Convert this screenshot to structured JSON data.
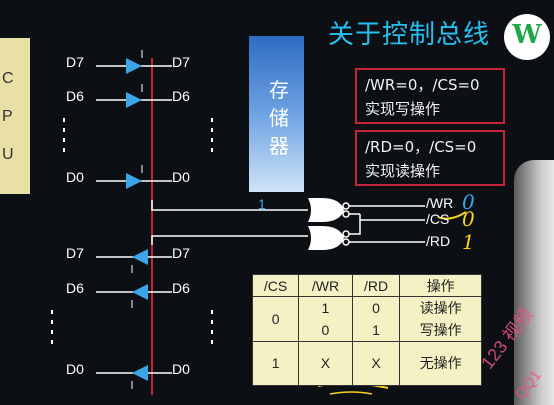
{
  "title": "关于控制总线",
  "cpu_letters": [
    "C",
    "P",
    "U"
  ],
  "memory_label_chars": [
    "存",
    "储",
    "器"
  ],
  "info_boxes": [
    {
      "line1": "/WR=0，/CS=0",
      "line2": "实现写操作"
    },
    {
      "line1": "/RD=0，/CS=0",
      "line2": "实现读操作"
    }
  ],
  "upper_data_left": [
    "D7",
    "D6",
    "D0"
  ],
  "upper_data_right": [
    "D7",
    "D6",
    "D0"
  ],
  "lower_data_left": [
    "D7",
    "D6",
    "D0"
  ],
  "lower_data_right": [
    "D7",
    "D6",
    "D0"
  ],
  "signals": [
    "/WR",
    "/CS",
    "/RD"
  ],
  "gate_input_label": "1",
  "truth_table": {
    "headers": [
      "/CS",
      "/WR",
      "/RD",
      "操作"
    ],
    "rows": [
      {
        "cs": "0",
        "wr": "1",
        "rd": "0",
        "op": "读操作"
      },
      {
        "cs": "",
        "wr": "0",
        "rd": "1",
        "op": "写操作"
      },
      {
        "cs": "1",
        "wr": "X",
        "rd": "X",
        "op": "无操作"
      }
    ]
  },
  "handwritten": [
    "0",
    "0",
    "1"
  ],
  "watermark": "123 视频",
  "watermark2": "QQ1",
  "colors": {
    "bus_red": "#c7233a",
    "wire": "#ffffff",
    "buffer": "#3aa6e8",
    "title": "#26c0f0",
    "annotation": "#f6d21a"
  },
  "icons": {
    "logo": "leaf-logo-icon",
    "buffer": "tri-state-buffer-icon",
    "gate": "or-gate-icon"
  }
}
